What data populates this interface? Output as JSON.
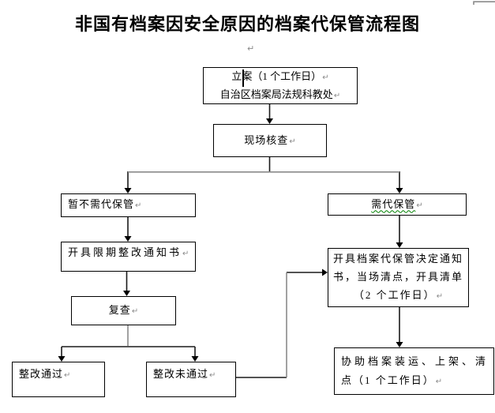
{
  "title": "非国有档案因安全原因的档案代保管流程图",
  "pilcrow": "↵",
  "colors": {
    "line": "#1a1a1a",
    "gray_line": "#8a8a8a",
    "grammar_underline": "#008000"
  },
  "boxes": {
    "filing": {
      "line1": "立案（1 个工作日）",
      "line2": "自治区档案局法规科教处"
    },
    "site_check": {
      "label": "现场核查"
    },
    "no_custody": {
      "label": "暂不需代保管"
    },
    "need_custody": {
      "label": "需代保管"
    },
    "rectify_notice": {
      "label": "开具限期整改通知书"
    },
    "recheck": {
      "label": "复查"
    },
    "rectify_pass": {
      "label": "整改通过"
    },
    "rectify_fail": {
      "label": "整改未通过"
    },
    "custody_decision": {
      "line1": "开具档案代保管决定通知",
      "line2": "书，当场清点，开具清单",
      "line3": "（2 个工作日）"
    },
    "assist": {
      "line1": "协助档案装运、上架、清",
      "line2": "点（1 个工作日）"
    }
  }
}
